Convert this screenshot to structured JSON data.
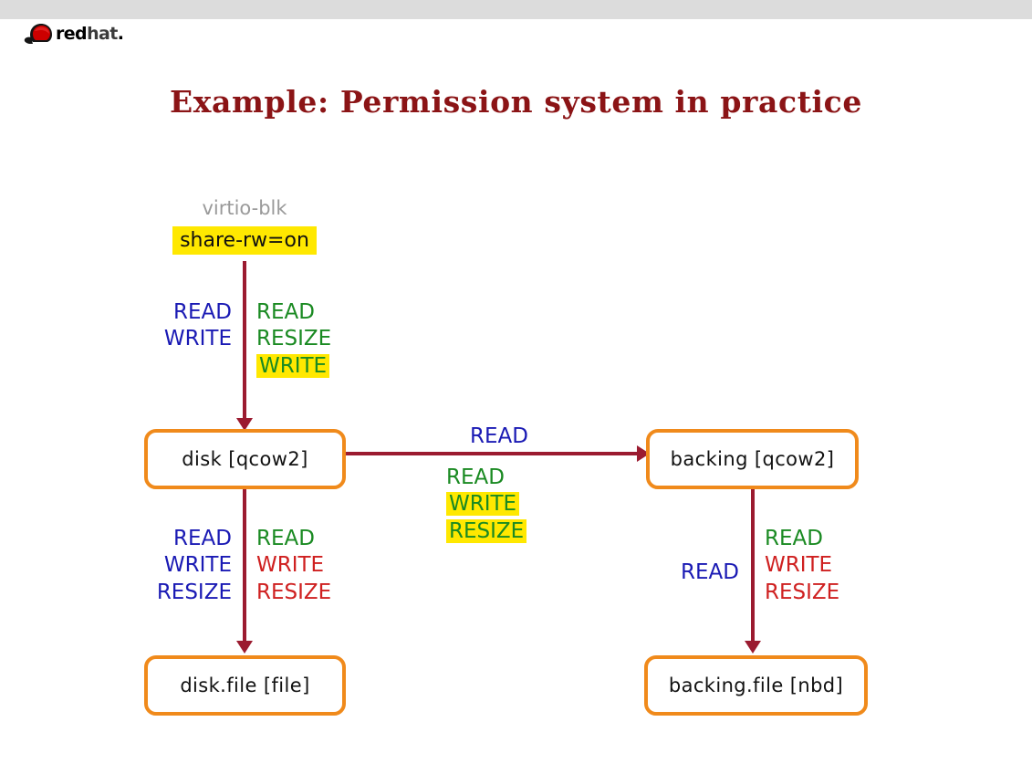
{
  "slide": {
    "title": "Example: Permission system in practice",
    "brand": {
      "logo_text_bold": "red",
      "logo_text_light": "hat",
      "logo_text_dot": ".",
      "logo_icon": "redhat-shadowman-icon",
      "accent_color": "#8b1416"
    }
  },
  "diagram": {
    "colors": {
      "node_border": "#f08a1b",
      "edge": "#9b1b30",
      "highlight": "#ffe800",
      "requested": "#1a1ab4",
      "shared": "#1a8a22",
      "blocked": "#cf2020",
      "muted": "#9a9a9a"
    },
    "source": {
      "device": "virtio-blk",
      "option": "share-rw=on"
    },
    "nodes": {
      "disk": "disk [qcow2]",
      "backing": "backing [qcow2]",
      "disk_file": "disk.file [file]",
      "backing_file": "backing.file [nbd]"
    },
    "edges": {
      "device_to_disk": {
        "taken": [
          "READ",
          "WRITE"
        ],
        "shared": [
          {
            "label": "READ",
            "highlighted": false
          },
          {
            "label": "RESIZE",
            "highlighted": false
          },
          {
            "label": "WRITE",
            "highlighted": true
          }
        ]
      },
      "disk_to_backing": {
        "taken": [
          "READ"
        ],
        "shared": [
          {
            "label": "READ",
            "highlighted": false
          },
          {
            "label": "WRITE",
            "highlighted": true
          },
          {
            "label": "RESIZE",
            "highlighted": true
          }
        ]
      },
      "disk_to_disk_file": {
        "taken": [
          "READ",
          "WRITE",
          "RESIZE"
        ],
        "shared": [
          {
            "label": "READ",
            "color": "shared"
          },
          {
            "label": "WRITE",
            "color": "blocked"
          },
          {
            "label": "RESIZE",
            "color": "blocked"
          }
        ]
      },
      "backing_to_backing_file": {
        "taken": [
          "READ"
        ],
        "shared": [
          {
            "label": "READ",
            "color": "shared"
          },
          {
            "label": "WRITE",
            "color": "blocked"
          },
          {
            "label": "RESIZE",
            "color": "blocked"
          }
        ]
      }
    }
  }
}
